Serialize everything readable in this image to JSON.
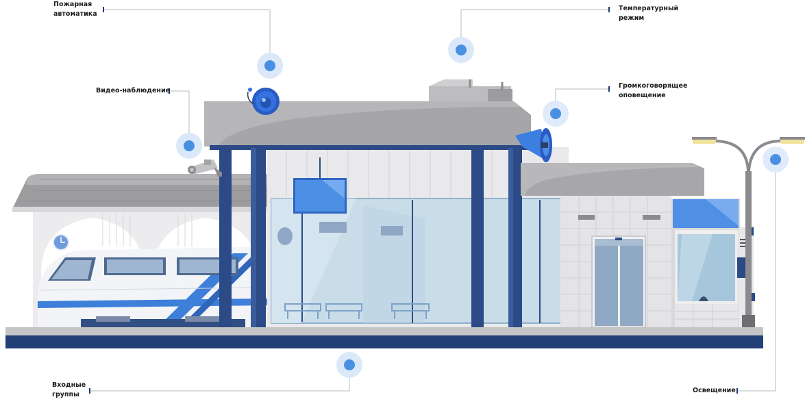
{
  "callouts": {
    "fire": {
      "label": "Пожарная\nавтоматика"
    },
    "temperature": {
      "label": "Температурный\nрежим"
    },
    "video": {
      "label": "Видео-наблюдение"
    },
    "speaker": {
      "label": "Громкоговорящее\nоповещение"
    },
    "entrance": {
      "label": "Входные\nгруппы"
    },
    "lighting": {
      "label": "Освещение"
    }
  },
  "colors": {
    "hotspot": "#4a90e2",
    "hotspot_halo": "#dbe8f9",
    "leader_line": "#b5bcc6",
    "label_tick": "#1f3a73",
    "steel_blue": "#2b4a86",
    "roof_gray": "#a9a9ab",
    "glass": "#c9dde9"
  },
  "icons": {
    "fire": "fire-detector-icon",
    "video": "cctv-camera-icon",
    "speaker": "loudspeaker-icon",
    "lighting": "street-lamp-icon"
  }
}
